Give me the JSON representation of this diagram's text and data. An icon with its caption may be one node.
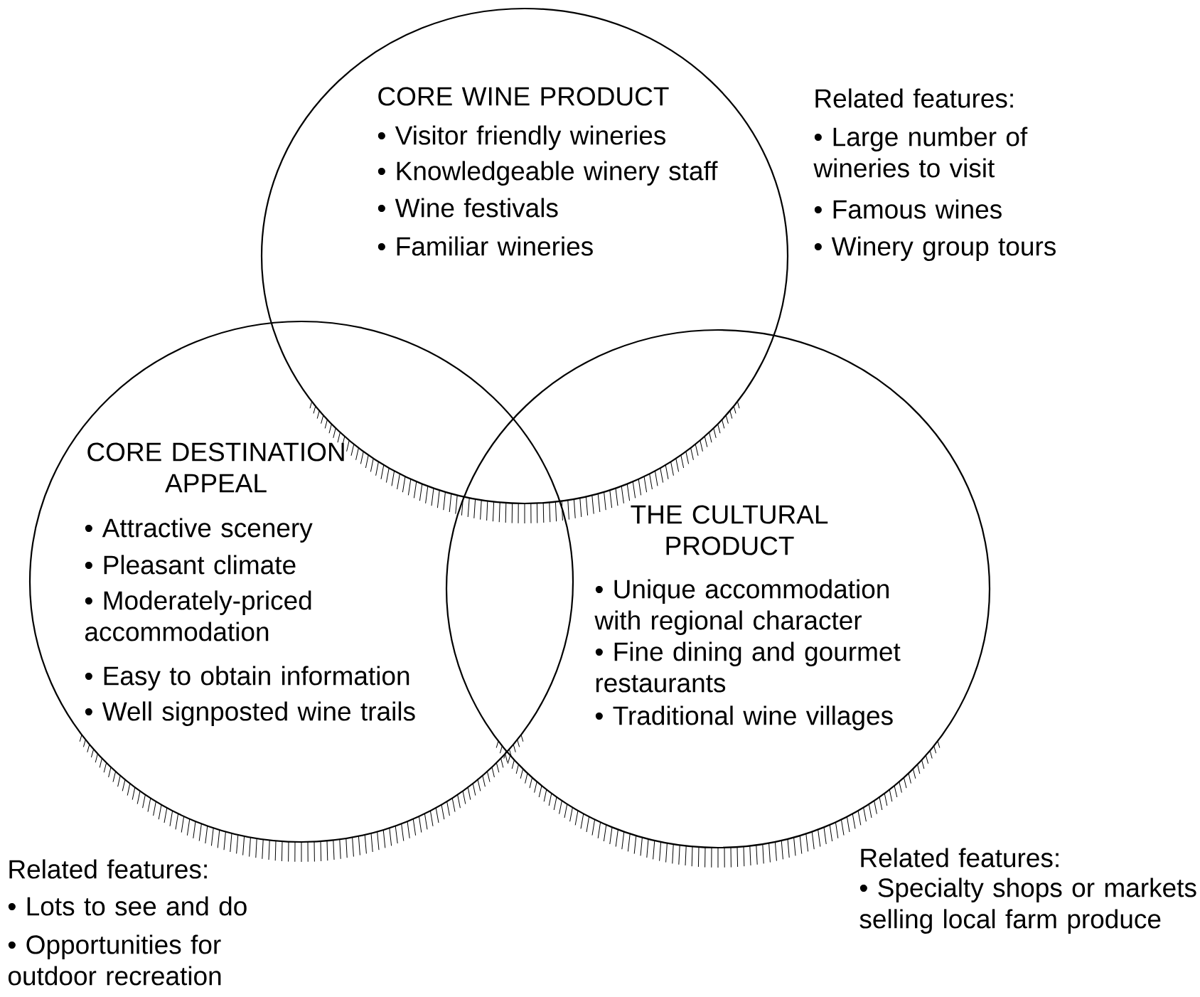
{
  "diagram": {
    "nodes": [
      {
        "text": [
          "CORE WINE PRODUCT",
          "• Visitor friendly wineries",
          "• Knowledgeable winery staff",
          "• Wine festivals",
          "• Familiar wineries"
        ],
        "beside": [
          "Related features:",
          "• Large number of wineries to visit",
          "• Famous wines",
          "• Winery group tours"
        ]
      },
      {
        "text": [
          "CORE DESTINATION APPEAL",
          "• Attractive scenery",
          "• Pleasant climate",
          "• Moderately-priced accommodation",
          "• Easy to obtain information",
          "• Well signposted wine trails"
        ],
        "beside": [
          "Related features:",
          "• Lots to see and do",
          "• Opportunities for outdoor recreation"
        ]
      },
      {
        "text": [
          "THE CULTURAL PRODUCT",
          "• Unique accommodation with regional character",
          "• Fine dining and gourmet restaurants",
          "• Traditional wine villages"
        ],
        "beside": [
          "Related features:",
          "• Specialty shops or markets selling local farm produce"
        ]
      }
    ]
  }
}
